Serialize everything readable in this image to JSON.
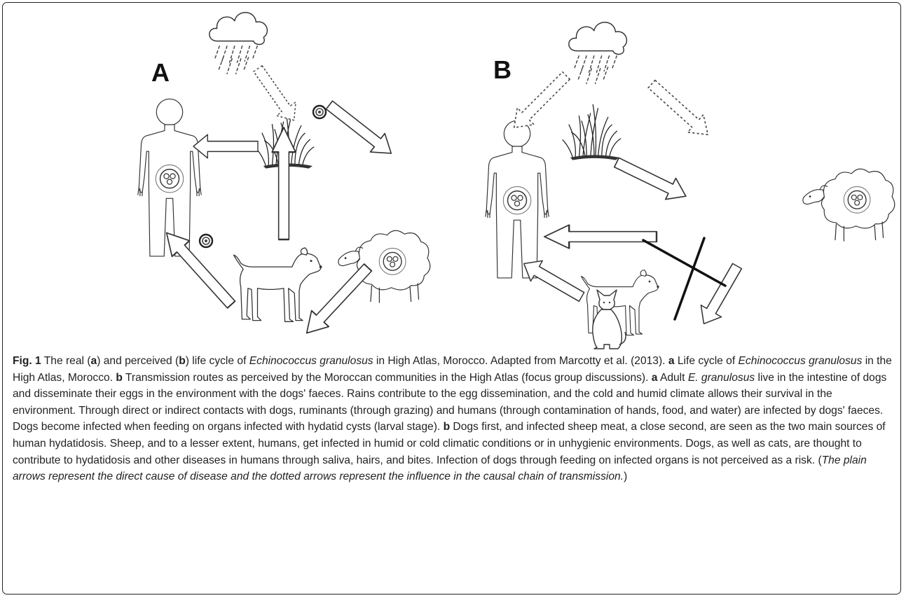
{
  "figure": {
    "panel_a_label": "A",
    "panel_b_label": "B",
    "icons_a": [
      "rain-cloud",
      "grass",
      "egg",
      "human",
      "sheep",
      "dog"
    ],
    "icons_b": [
      "rain-cloud",
      "grass",
      "human",
      "sheep",
      "dog",
      "cat"
    ],
    "colors": {
      "stroke": "#333333",
      "text": "#222222",
      "cross": "#111111"
    }
  },
  "caption": {
    "fig_number": "Fig. 1",
    "s1": " The real (",
    "a1": "a",
    "s2": ") and perceived (",
    "b1": "b",
    "s3": ") life cycle of ",
    "species1": "Echinococcus granulosus",
    "s4": " in High Atlas, Morocco. Adapted from Marcotty et al. (2013). ",
    "a2": "a",
    "s5": " Life cycle of ",
    "species2": "Echinococcus granulosus",
    "s6": " in the High Atlas, Morocco. ",
    "b2": "b",
    "s7": " Transmission routes as perceived by the Moroccan communities in the High Atlas (focus group discussions). ",
    "a3": "a",
    "s8": " Adult ",
    "species3": "E. granulosus",
    "s9": " live in the intestine of dogs and disseminate their eggs in the environment with the dogs' faeces. Rains contribute to the egg dissemination, and the cold and humid climate allows their survival in the environment. Through direct or indirect contacts with dogs, ruminants (through grazing) and humans (through contamination of hands, food, and water) are infected by dogs' faeces. Dogs become infected when feeding on organs infected with hydatid cysts (larval stage). ",
    "b3": "b",
    "s10": " Dogs first, and infected sheep meat, a close second, are seen as the two main sources of human hydatidosis. Sheep, and to a lesser extent, humans, get infected in humid or cold climatic conditions or in unhygienic environments. Dogs, as well as cats, are thought to contribute to hydatidosis and other diseases in humans through saliva, hairs, and bites. Infection of dogs through feeding on infected organs is not perceived as a risk. (",
    "note": "The plain arrows represent the direct cause of disease and the dotted arrows represent the influence in the causal chain of transmission.",
    "s11": ")"
  }
}
